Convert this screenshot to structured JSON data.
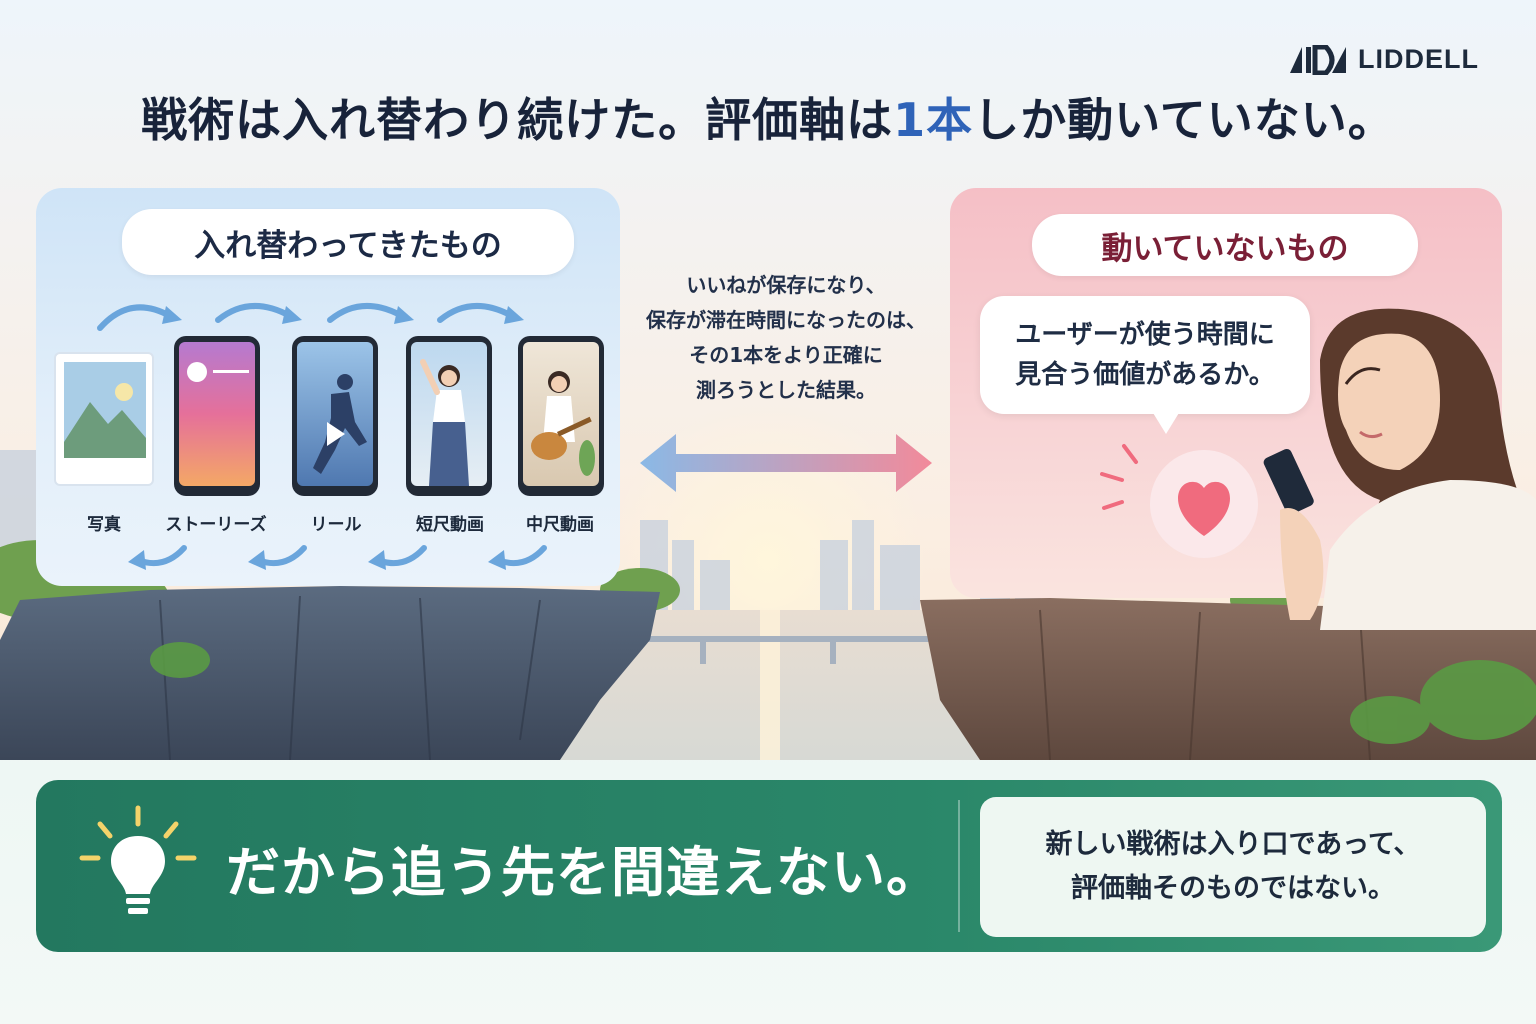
{
  "brand": {
    "name": "LIDDELL",
    "logo_icon": "liddell-mark-icon"
  },
  "headline": {
    "part1": "戦術は入れ替わり続けた。",
    "part2_pre": "評価軸は",
    "part2_accent": "1本",
    "part2_post": "しか動いていない。"
  },
  "left_panel": {
    "title": "入れ替わってきたもの",
    "items": [
      {
        "label": "写真",
        "icon": "photo-icon"
      },
      {
        "label": "ストーリーズ",
        "icon": "stories-phone-icon"
      },
      {
        "label": "リール",
        "icon": "reel-phone-icon"
      },
      {
        "label": "短尺動画",
        "icon": "short-video-phone-icon"
      },
      {
        "label": "中尺動画",
        "icon": "mid-video-phone-icon"
      }
    ]
  },
  "middle": {
    "lines": [
      "いいねが保存になり、",
      "保存が滞在時間になったのは、",
      "その1本をより正確に",
      "測ろうとした結果。"
    ],
    "icon": "double-arrow-icon"
  },
  "right_panel": {
    "title": "動いていないもの",
    "bubble_lines": [
      "ユーザーが使う時間に",
      "見合う価値があるか。"
    ],
    "icon": "heart-icon"
  },
  "banner": {
    "main": "だから追う先を間違えない。",
    "box_lines": [
      "新しい戦術は入り口であって、",
      "評価軸そのものではない。"
    ],
    "icon": "lightbulb-icon"
  },
  "colors": {
    "green": "#23785f",
    "blue_panel": "#cfe4f7",
    "pink_panel": "#f5bfc6",
    "heart": "#f06b7e"
  }
}
